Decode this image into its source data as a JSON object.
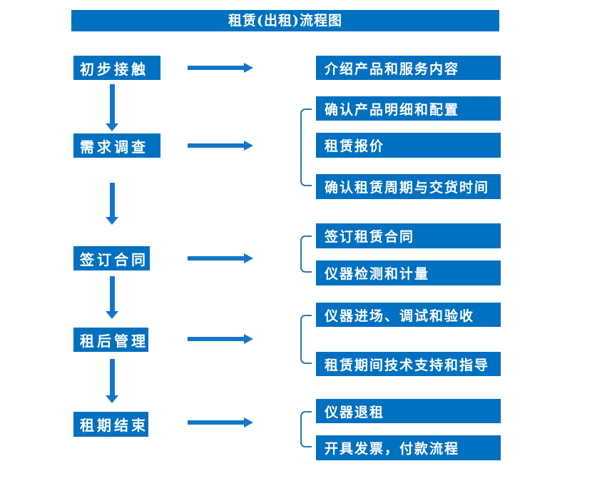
{
  "title": "租赁(出租)流程图",
  "colors": {
    "box": "#0070C0",
    "arrow": "#1375C9",
    "bracket": "#2E74B5",
    "text": "#FFFFFF",
    "background": "#FFFFFF"
  },
  "steps": [
    {
      "label": "初步接触",
      "details": [
        "介绍产品和服务内容"
      ]
    },
    {
      "label": "需求调查",
      "details": [
        "确认产品明细和配置",
        "租赁报价",
        "确认租赁周期与交货时间"
      ]
    },
    {
      "label": "签订合同",
      "details": [
        "签订租赁合同",
        "仪器检测和计量"
      ]
    },
    {
      "label": "租后管理",
      "details": [
        "仪器进场、调试和验收",
        "租赁期间技术支持和指导"
      ]
    },
    {
      "label": "租期结束",
      "details": [
        "仪器退租",
        "开具发票，付款流程"
      ]
    }
  ]
}
